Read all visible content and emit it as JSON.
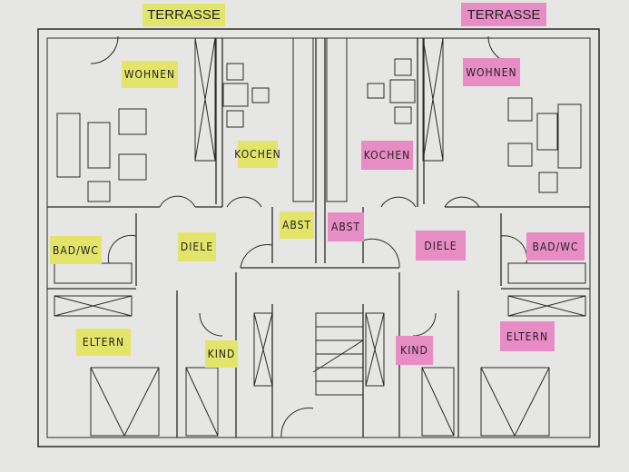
{
  "colors": {
    "left_unit": "#e3e56a",
    "right_unit": "#e88cc6",
    "lines": "#2a2a2a",
    "paper": "#e6e6e4"
  },
  "left_unit": {
    "terrasse": "TERRASSE",
    "wohnen": "WOHNEN",
    "kochen": "KOCHEN",
    "abst": "ABST",
    "bad_wc": "BAD/WC",
    "diele": "DIELE",
    "eltern": "ELTERN",
    "kind": "KIND"
  },
  "right_unit": {
    "terrasse": "TERRASSE",
    "wohnen": "WOHNEN",
    "kochen": "KOCHEN",
    "abst": "ABST",
    "bad_wc": "BAD/WC",
    "diele": "DIELE",
    "eltern": "ELTERN",
    "kind": "KIND"
  }
}
